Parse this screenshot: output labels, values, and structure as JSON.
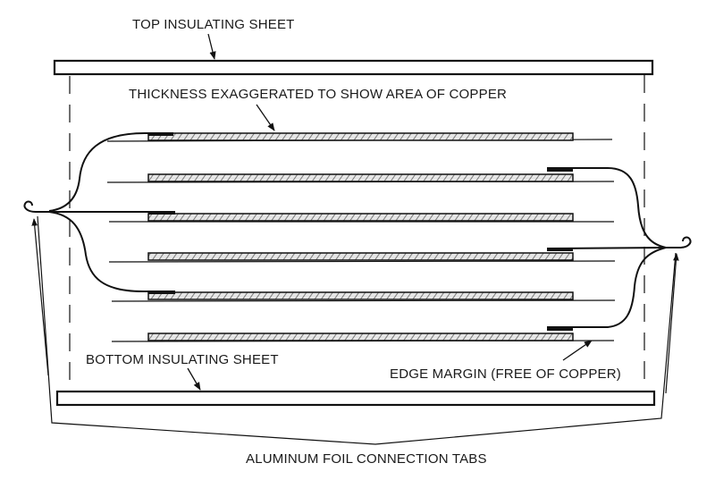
{
  "diagram": {
    "type": "capacitor-cross-section",
    "labels": {
      "top_sheet": "TOP INSULATING SHEET",
      "thickness": "THICKNESS EXAGGERATED TO SHOW AREA OF COPPER",
      "bottom_sheet": "BOTTOM INSULATING SHEET",
      "edge_margin": "EDGE MARGIN (FREE OF COPPER)",
      "tabs": "ALUMINUM FOIL CONNECTION TABS"
    },
    "layers": [
      {
        "index": 1,
        "tab_side": "left"
      },
      {
        "index": 2,
        "tab_side": "right"
      },
      {
        "index": 3,
        "tab_side": "left"
      },
      {
        "index": 4,
        "tab_side": "right"
      },
      {
        "index": 5,
        "tab_side": "left"
      },
      {
        "index": 6,
        "tab_side": "right"
      }
    ],
    "colors": {
      "line": "#111111",
      "copper_hatch": "#8a8a8a",
      "background": "#ffffff"
    }
  }
}
